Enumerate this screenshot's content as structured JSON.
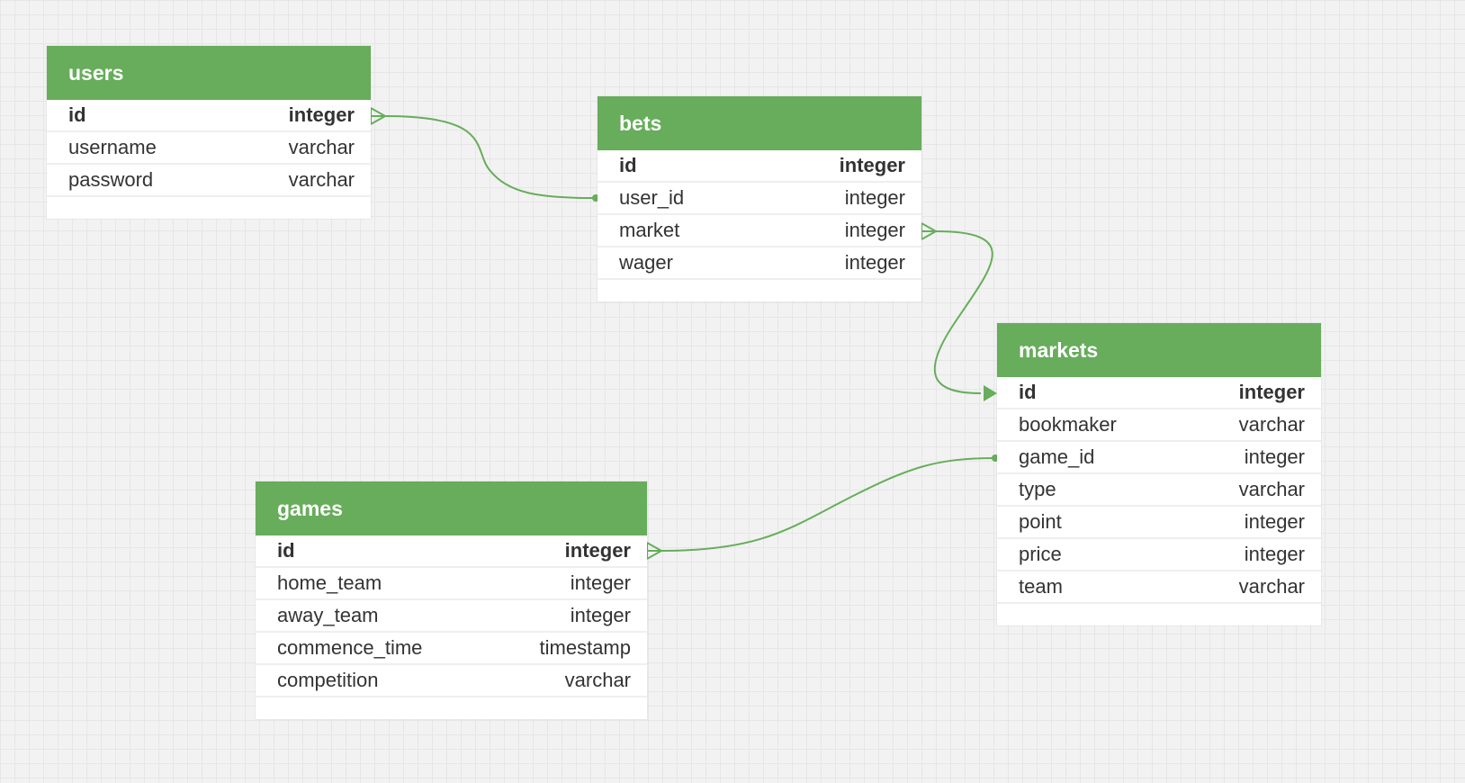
{
  "tables": {
    "users": {
      "name": "users",
      "columns": [
        {
          "name": "id",
          "type": "integer",
          "pk": true
        },
        {
          "name": "username",
          "type": "varchar"
        },
        {
          "name": "password",
          "type": "varchar"
        }
      ]
    },
    "bets": {
      "name": "bets",
      "columns": [
        {
          "name": "id",
          "type": "integer",
          "pk": true
        },
        {
          "name": "user_id",
          "type": "integer"
        },
        {
          "name": "market",
          "type": "integer"
        },
        {
          "name": "wager",
          "type": "integer"
        }
      ]
    },
    "markets": {
      "name": "markets",
      "columns": [
        {
          "name": "id",
          "type": "integer",
          "pk": true
        },
        {
          "name": "bookmaker",
          "type": "varchar"
        },
        {
          "name": "game_id",
          "type": "integer"
        },
        {
          "name": "type",
          "type": "varchar"
        },
        {
          "name": "point",
          "type": "integer"
        },
        {
          "name": "price",
          "type": "integer"
        },
        {
          "name": "team",
          "type": "varchar"
        }
      ]
    },
    "games": {
      "name": "games",
      "columns": [
        {
          "name": "id",
          "type": "integer",
          "pk": true
        },
        {
          "name": "home_team",
          "type": "integer"
        },
        {
          "name": "away_team",
          "type": "integer"
        },
        {
          "name": "commence_time",
          "type": "timestamp"
        },
        {
          "name": "competition",
          "type": "varchar"
        }
      ]
    }
  },
  "relationships": [
    {
      "from_table": "bets",
      "from_column": "user_id",
      "to_table": "users",
      "to_column": "id"
    },
    {
      "from_table": "bets",
      "from_column": "market",
      "to_table": "markets",
      "to_column": "id"
    },
    {
      "from_table": "markets",
      "from_column": "game_id",
      "to_table": "games",
      "to_column": "id"
    }
  ],
  "colors": {
    "header": "#67ad5b",
    "link": "#67ad5b",
    "background": "#f2f2f2"
  }
}
